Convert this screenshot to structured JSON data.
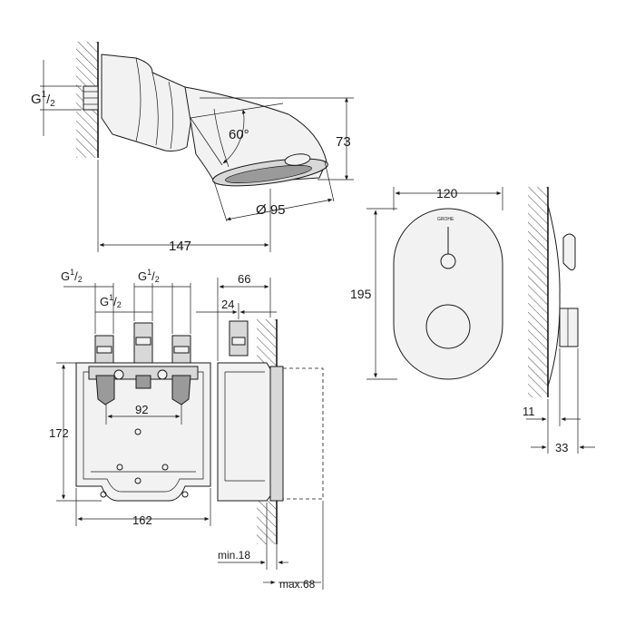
{
  "dimensions": {
    "shower_head": {
      "thread": "G",
      "thread_num": "1",
      "thread_den": "2",
      "angle": "60°",
      "height": "73",
      "diameter": "Ø 95",
      "projection": "147"
    },
    "plate": {
      "width": "120",
      "height": "195",
      "wall_offset": "11",
      "depth": "33"
    },
    "box": {
      "g_left": {
        "base": "G",
        "num": "1",
        "den": "2"
      },
      "g_mid": {
        "base": "G",
        "num": "1",
        "den": "2"
      },
      "g_top": {
        "base": "G",
        "num": "1",
        "den": "2"
      },
      "spacing": "92",
      "height": "172",
      "width": "162",
      "depth": "66",
      "stub": "24",
      "min_depth": "min.18",
      "max_depth": "max.68"
    }
  },
  "brand_mark": "GROHE"
}
